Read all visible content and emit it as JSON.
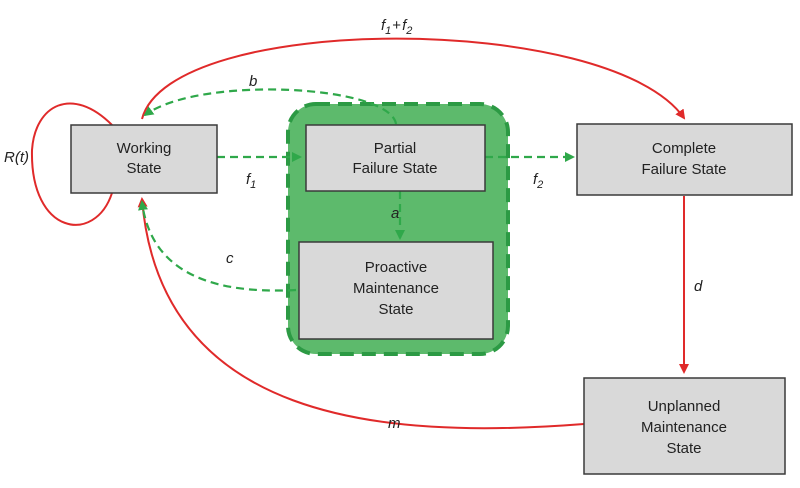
{
  "states": {
    "working": [
      "Working",
      "State"
    ],
    "partial": [
      "Partial",
      "Failure State"
    ],
    "complete": [
      "Complete",
      "Failure State"
    ],
    "proactive": [
      "Proactive",
      "Maintenance",
      "State"
    ],
    "unplanned": [
      "Unplanned",
      "Maintenance",
      "State"
    ]
  },
  "labels": {
    "r_t": "R(t)",
    "f1_f2": {
      "a": "f",
      "a_sub": "1",
      "plus": "+",
      "b": "f",
      "b_sub": "2"
    },
    "b": "b",
    "f1": {
      "main": "f",
      "sub": "1"
    },
    "f2": {
      "main": "f",
      "sub": "2"
    },
    "a": "a",
    "c": "c",
    "d": "d",
    "m": "m"
  },
  "colors": {
    "transition_red": "#e02a2a",
    "proactive_green": "#2fa84a",
    "group_fill": "#5dba6c",
    "box_fill": "#d9d9d9"
  }
}
